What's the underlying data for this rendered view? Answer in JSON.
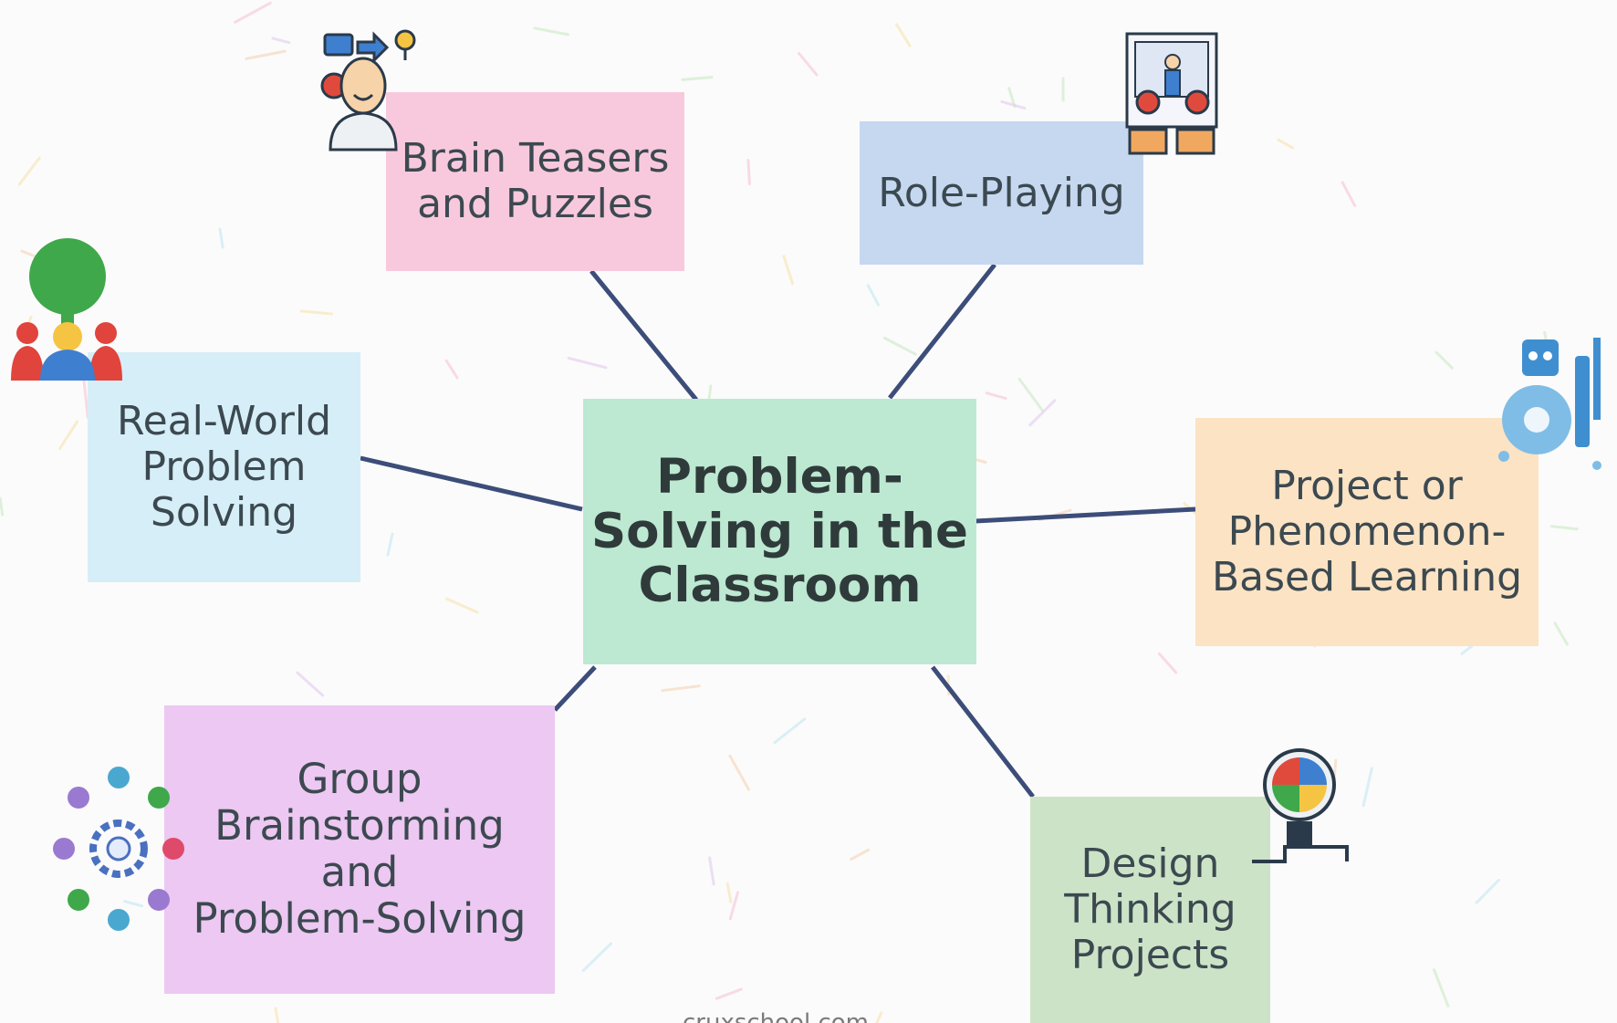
{
  "diagram": {
    "central_topic": {
      "label": "Problem-\nSolving in the\nClassroom",
      "color": "#bde8d2"
    },
    "nodes": [
      {
        "id": "brain-teasers",
        "label": "Brain Teasers\nand Puzzles",
        "color": "#f8c9dd",
        "icon": "thinking-person-icon"
      },
      {
        "id": "role-playing",
        "label": "Role-Playing",
        "color": "#c5d8f0",
        "icon": "presentation-icon"
      },
      {
        "id": "real-world",
        "label": "Real-World\nProblem\nSolving",
        "color": "#d6eef7",
        "icon": "team-idea-icon"
      },
      {
        "id": "project-phenomenon",
        "label": "Project or\nPhenomenon-\nBased Learning",
        "color": "#fbe3c4",
        "icon": "robot-gear-icon"
      },
      {
        "id": "group-brainstorming",
        "label": "Group\nBrainstorming\nand\nProblem-Solving",
        "color": "#ecc8f2",
        "icon": "network-gear-icon"
      },
      {
        "id": "design-thinking",
        "label": "Design\nThinking\nProjects",
        "color": "#cde3c7",
        "icon": "lightbulb-puzzle-icon"
      }
    ],
    "connector_color": "#3d4d7a"
  },
  "footer": {
    "text": "cruxschool.com"
  }
}
